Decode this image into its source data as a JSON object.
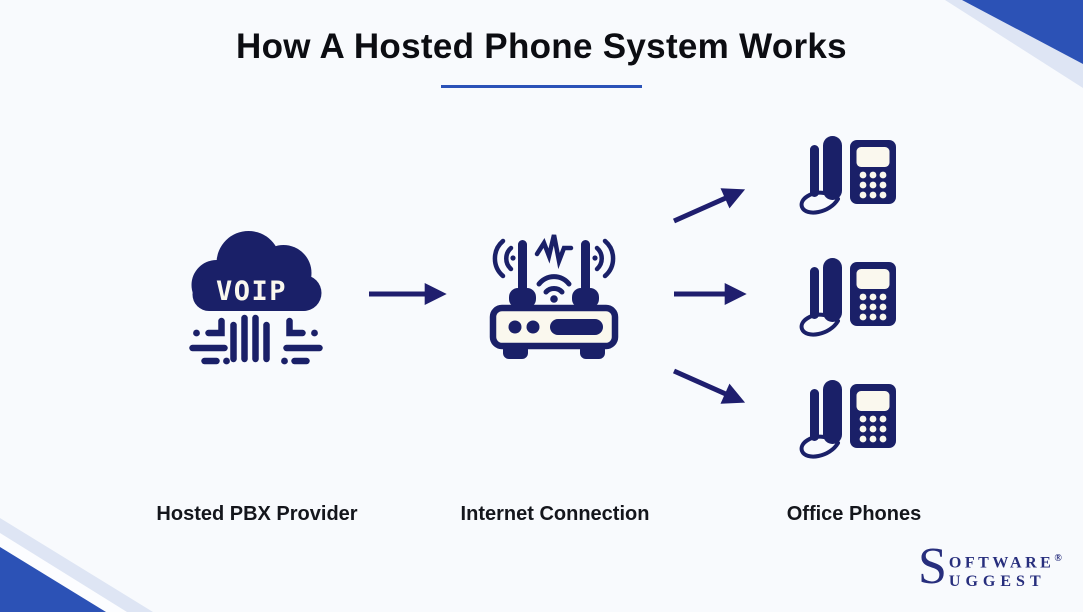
{
  "title": "How A Hosted Phone System Works",
  "nodes": [
    {
      "id": "hosted-pbx-provider",
      "label": "Hosted PBX Provider",
      "icon": "voip-cloud-icon",
      "icon_text": "VOIP"
    },
    {
      "id": "internet-connection",
      "label": "Internet Connection",
      "icon": "wifi-router-icon"
    },
    {
      "id": "office-phones",
      "label": "Office Phones",
      "icon": "desk-phone-icon",
      "phone_count": 3
    }
  ],
  "connections": [
    {
      "from": "Hosted PBX Provider",
      "to": "Internet Connection",
      "style": "arrow-right"
    },
    {
      "from": "Internet Connection",
      "to": "Office Phone 1",
      "style": "arrow-up-right"
    },
    {
      "from": "Internet Connection",
      "to": "Office Phone 2",
      "style": "arrow-right"
    },
    {
      "from": "Internet Connection",
      "to": "Office Phone 3",
      "style": "arrow-down-right"
    }
  ],
  "branding": {
    "initial": "S",
    "line_top": "OFTWARE",
    "registered": "®",
    "line_bottom": "UGGEST"
  },
  "colors": {
    "background": "#f8fafd",
    "icon_navy": "#1a2068",
    "icon_cream": "#faf8ee",
    "arrow_navy": "#1f1e6e",
    "accent_underline": "#2b52b8",
    "corner_dark_blue": "#2c52b6",
    "corner_light_blue": "#dee5f4",
    "title_text": "#0c0d12",
    "label_text": "#14161c",
    "logo_navy": "#272e7d"
  }
}
